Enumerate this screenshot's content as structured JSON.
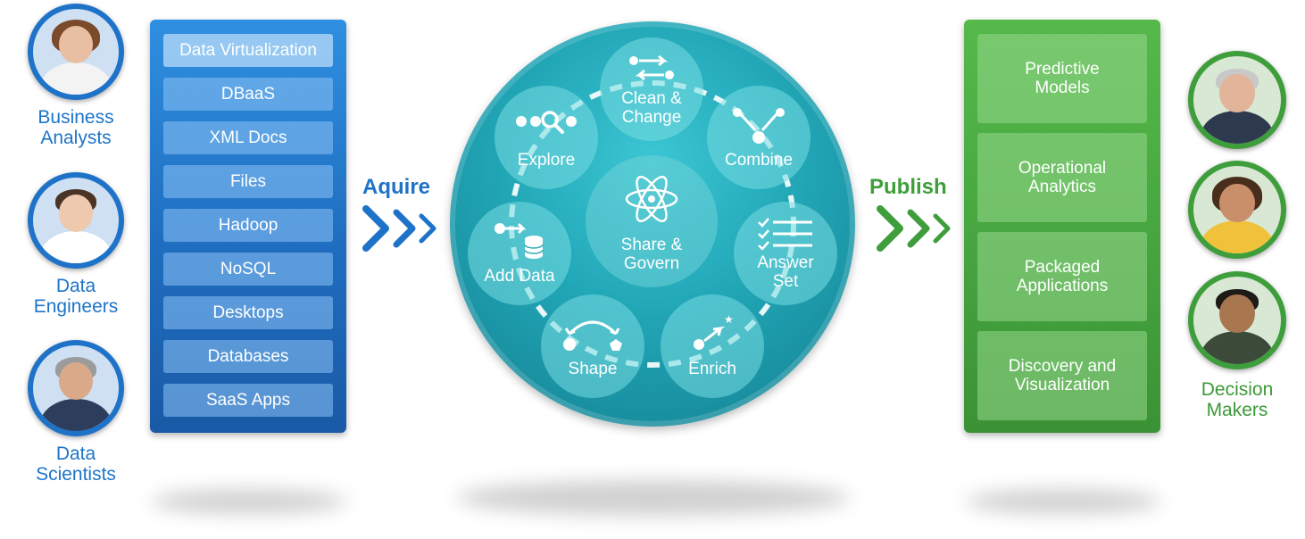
{
  "personas_left": [
    {
      "label_line1": "Business",
      "label_line2": "Analysts"
    },
    {
      "label_line1": "Data",
      "label_line2": "Engineers"
    },
    {
      "label_line1": "Data",
      "label_line2": "Scientists"
    }
  ],
  "personas_right": {
    "label_line1": "Decision",
    "label_line2": "Makers"
  },
  "sources": [
    "Data Virtualization",
    "DBaaS",
    "XML Docs",
    "Files",
    "Hadoop",
    "NoSQL",
    "Desktops",
    "Databases",
    "SaaS Apps"
  ],
  "acquire_label": "Aquire",
  "publish_label": "Publish",
  "hub": {
    "center_line1": "Share &",
    "center_line2": "Govern",
    "nodes": {
      "clean": {
        "line1": "Clean &",
        "line2": "Change"
      },
      "combine": {
        "line1": "Combine"
      },
      "answer": {
        "line1": "Answer",
        "line2": "Set"
      },
      "enrich": {
        "line1": "Enrich"
      },
      "shape": {
        "line1": "Shape"
      },
      "add": {
        "line1": "Add Data"
      },
      "explore": {
        "line1": "Explore"
      }
    }
  },
  "outputs": [
    {
      "line1": "Predictive",
      "line2": "Models"
    },
    {
      "line1": "Operational",
      "line2": "Analytics"
    },
    {
      "line1": "Packaged",
      "line2": "Applications"
    },
    {
      "line1": "Discovery and",
      "line2": "Visualization"
    }
  ],
  "colors": {
    "blue": "#1e73c8",
    "green": "#3f9e3c",
    "teal": "#21a6b6"
  }
}
